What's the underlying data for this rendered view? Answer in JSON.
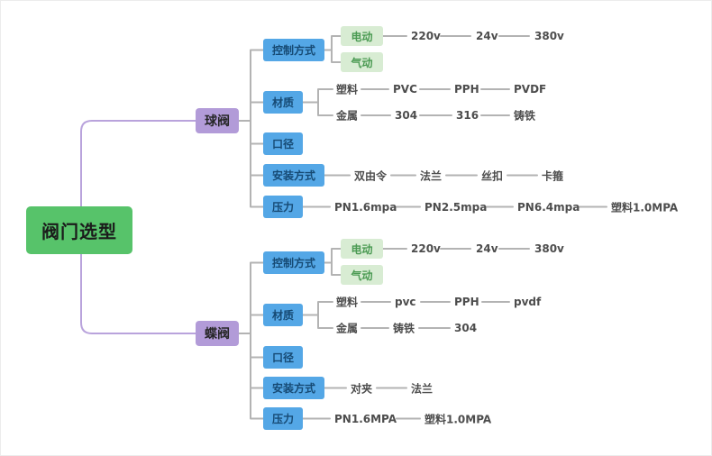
{
  "root": "阀门选型",
  "branches": {
    "ball": {
      "label": "球阀",
      "control": "控制方式",
      "electric": "电动",
      "pneumatic": "气动",
      "voltages": [
        "220v",
        "24v",
        "380v"
      ],
      "material": "材质",
      "plastic": "塑料",
      "plastic_types": [
        "PVC",
        "PPH",
        "PVDF"
      ],
      "metal": "金属",
      "metal_types": [
        "304",
        "316",
        "铸铁"
      ],
      "diameter": "口径",
      "install": "安装方式",
      "install_types": [
        "双由令",
        "法兰",
        "丝扣",
        "卡箍"
      ],
      "pressure": "压力",
      "pressure_values": [
        "PN1.6mpa",
        "PN2.5mpa",
        "PN6.4mpa",
        "塑料1.0MPA"
      ]
    },
    "butterfly": {
      "label": "蝶阀",
      "control": "控制方式",
      "electric": "电动",
      "pneumatic": "气动",
      "voltages": [
        "220v",
        "24v",
        "380v"
      ],
      "material": "材质",
      "plastic": "塑料",
      "plastic_types": [
        "pvc",
        "PPH",
        "pvdf"
      ],
      "metal": "金属",
      "metal_types": [
        "铸铁",
        "304"
      ],
      "diameter": "口径",
      "install": "安装方式",
      "install_types": [
        "对夹",
        "法兰"
      ],
      "pressure": "压力",
      "pressure_values": [
        "PN1.6MPA",
        "塑料1.0MPA"
      ]
    }
  },
  "colors": {
    "root_bg": "#57c36a",
    "branch_bg": "#b29bd8",
    "category_bg": "#54a7e6",
    "subtopic_bg": "#d8ecd3",
    "subtopic_text": "#4a9a52",
    "connector": "#b3b3b3",
    "root_connector": "#b9a3dc",
    "leaf_text": "#4d4d4d"
  }
}
